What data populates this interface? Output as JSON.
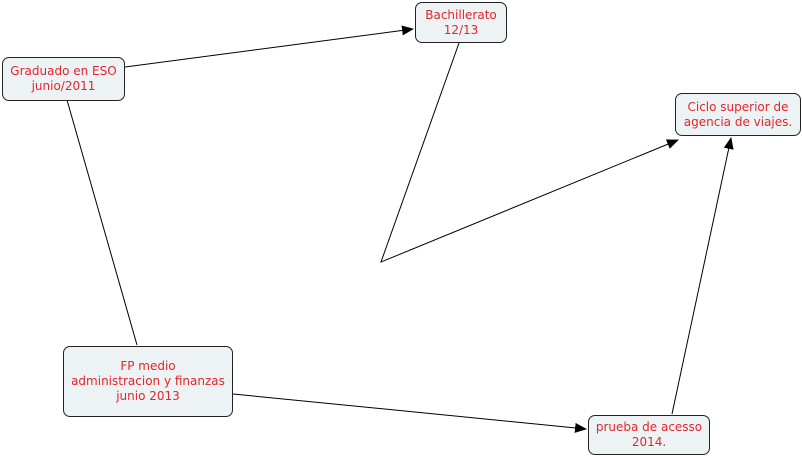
{
  "nodes": {
    "graduado": [
      "Graduado en ESO",
      "junio/2011"
    ],
    "bachillerato": [
      "Bachillerato",
      "12/13"
    ],
    "ciclo": [
      "Ciclo superior de",
      "agencia de viajes."
    ],
    "fp": [
      "FP medio",
      "administracion y finanzas",
      "junio 2013"
    ],
    "prueba": [
      "prueba de acesso",
      "2014."
    ]
  },
  "colors": {
    "text": "#e3262a",
    "node_bg": "#edf3f5",
    "line": "#000000"
  }
}
